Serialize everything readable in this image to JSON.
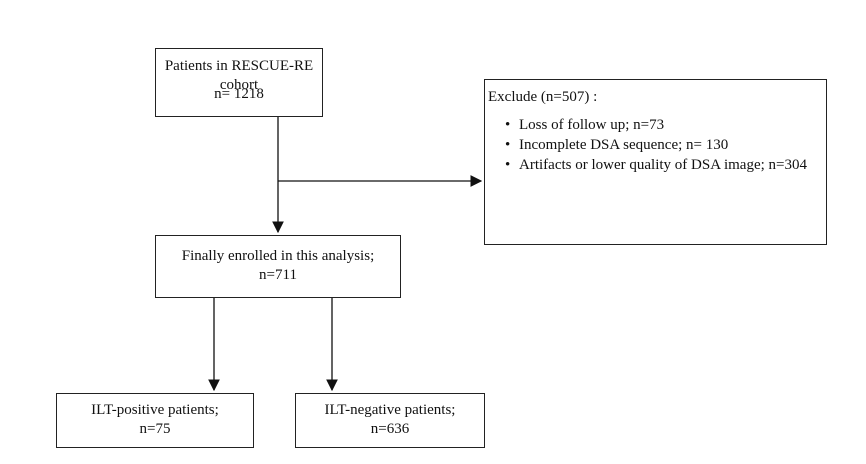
{
  "flowchart": {
    "start": {
      "line1": "Patients in RESCUE-RE cohort",
      "line2": "n= 1218"
    },
    "exclude": {
      "title": "Exclude (n=507) :",
      "items": [
        "Loss of follow up; n=73",
        "Incomplete DSA sequence; n= 130",
        "Artifacts or lower quality of DSA image; n=304"
      ]
    },
    "enrolled": {
      "line1": "Finally enrolled in this analysis;",
      "line2": "n=711"
    },
    "ilt_positive": {
      "line1": "ILT-positive patients;",
      "line2": "n=75"
    },
    "ilt_negative": {
      "line1": "ILT-negative patients;",
      "line2": "n=636"
    }
  }
}
